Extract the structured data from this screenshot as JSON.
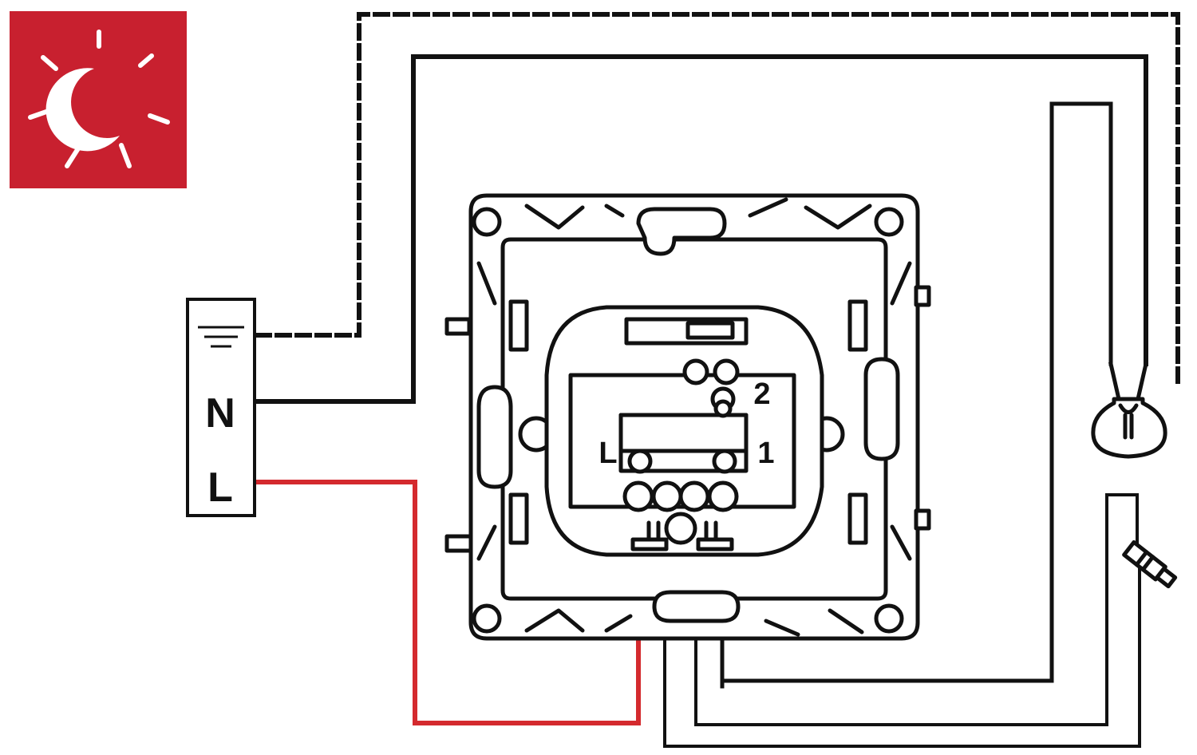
{
  "icon": {
    "name": "night-mode-icon",
    "background": "#C8202F"
  },
  "terminal_block": {
    "earth_symbol": "earth-ground-icon",
    "neutral_label": "N",
    "live_label": "L"
  },
  "mechanism_labels": {
    "input": "L",
    "output_1": "1",
    "output_2": "2"
  },
  "wires": {
    "live_color": "#D42A2E",
    "neutral_color": "#111111",
    "earth_style": "dashed"
  },
  "load": {
    "name": "light-bulb-icon"
  },
  "accessory": {
    "name": "push-button-icon"
  }
}
